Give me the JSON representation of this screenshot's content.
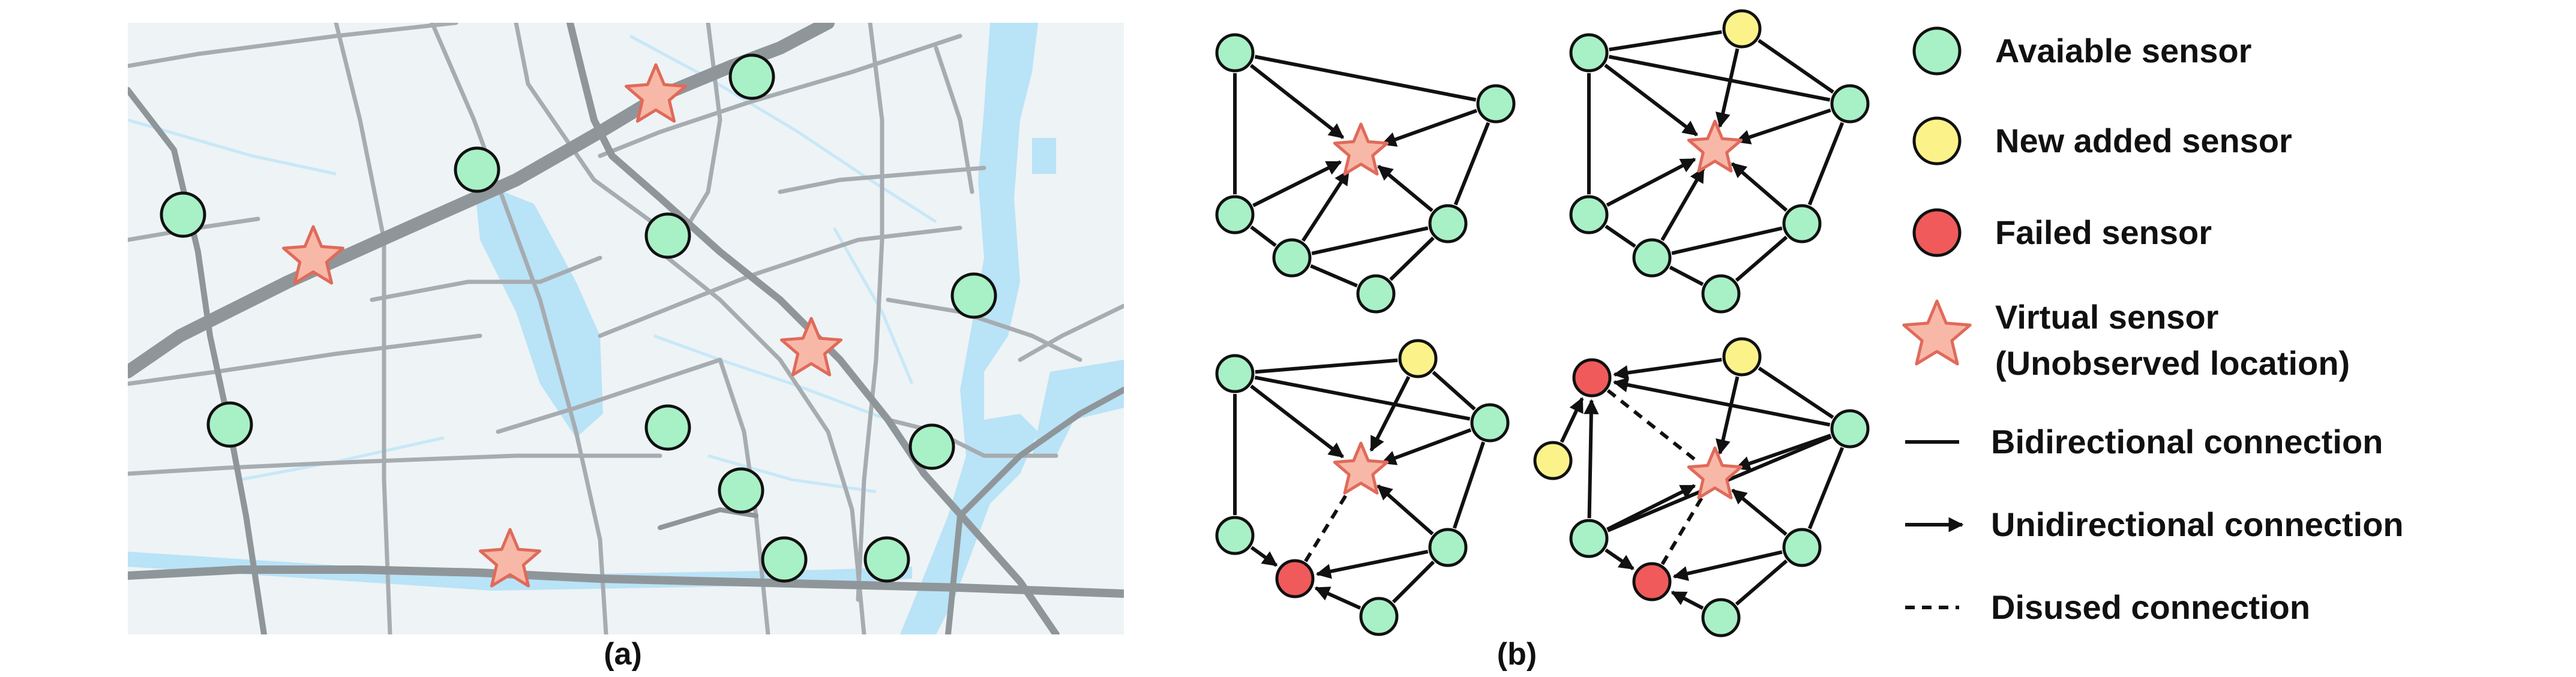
{
  "panels": {
    "map": {
      "label": "(a)"
    },
    "graphs": {
      "label": "(b)"
    }
  },
  "legend": {
    "items": [
      {
        "kind": "available",
        "text": "Avaiable sensor"
      },
      {
        "kind": "new",
        "text": "New added sensor"
      },
      {
        "kind": "failed",
        "text": "Failed sensor"
      },
      {
        "kind": "virtual",
        "lines": [
          "Virtual sensor",
          "(Unobserved location)"
        ]
      },
      {
        "kind": "bidirectional",
        "text": "Bidirectional connection"
      },
      {
        "kind": "unidirectional",
        "text": "Unidirectional connection"
      },
      {
        "kind": "disused",
        "text": "Disused connection"
      }
    ]
  },
  "colors": {
    "available": "#a8f0c6",
    "new": "#fbf28a",
    "failed": "#f05a5a",
    "virtual_fill": "#f8b8a8",
    "virtual_stroke": "#e06a5a",
    "map_background": "#eef3f5",
    "water": "#b9e3f7",
    "road": "#9aa0a4",
    "line": "#111111"
  }
}
